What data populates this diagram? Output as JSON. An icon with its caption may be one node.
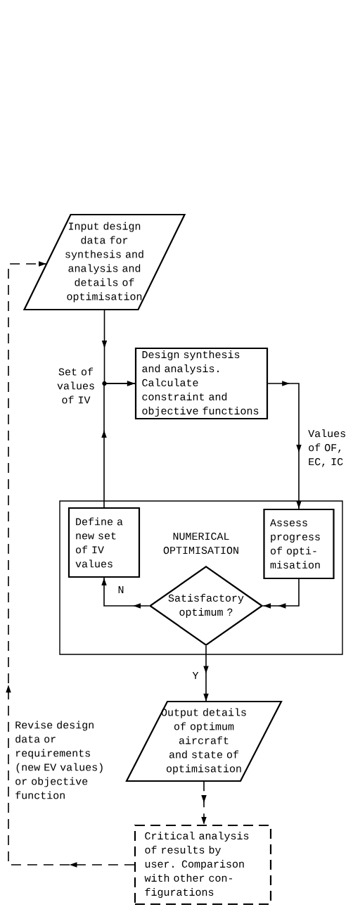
{
  "diagram": {
    "nodes": [
      {
        "text": [
          "Input design data for synthesis and analysis and details of optimisation"
        ]
      },
      {
        "text": [
          "Design synthesis and analysis. Calculate constraint and objective functions"
        ]
      },
      {
        "text": [
          "NUMERICAL OPTIMISATION"
        ]
      },
      {
        "text": [
          "Define a new set of IV values"
        ],
        "in": 2
      },
      {
        "text": [
          "Assess progress of opti-misation"
        ],
        "in": 2
      },
      {
        "text": [
          "Satisfactory optimum ?"
        ],
        "in": 2
      },
      {
        "text": [
          "Output details of optimum aircraft and state of optimisation"
        ]
      },
      {
        "text": [
          "Critical analysis of results by user.  Comparison with other con-figurations"
        ]
      }
    ],
    "edges": [
      {
        "from": 0,
        "to": 1,
        "arrow": "to"
      },
      {
        "from": 3,
        "to": 1,
        "arrow": "to"
      },
      {
        "from": 1,
        "to": 4,
        "arrow": "to",
        "label": "Values of OF, EC, IC"
      },
      {
        "from": 4,
        "to": 5,
        "arrow": "to"
      },
      {
        "from": 5,
        "to": 3,
        "arrow": "to",
        "label": "N"
      },
      {
        "from": 5,
        "to": 6,
        "arrow": "to",
        "label": "Y"
      },
      {
        "from": 6,
        "to": 7,
        "arrow": "to",
        "style": "dashed"
      },
      {
        "from": 7,
        "to": 0,
        "arrow": "to",
        "style": "dashed",
        "label": "Revise design data or requirements (new EV values) or objective function"
      }
    ],
    "labels": [
      "Set of values of IV"
    ]
  }
}
